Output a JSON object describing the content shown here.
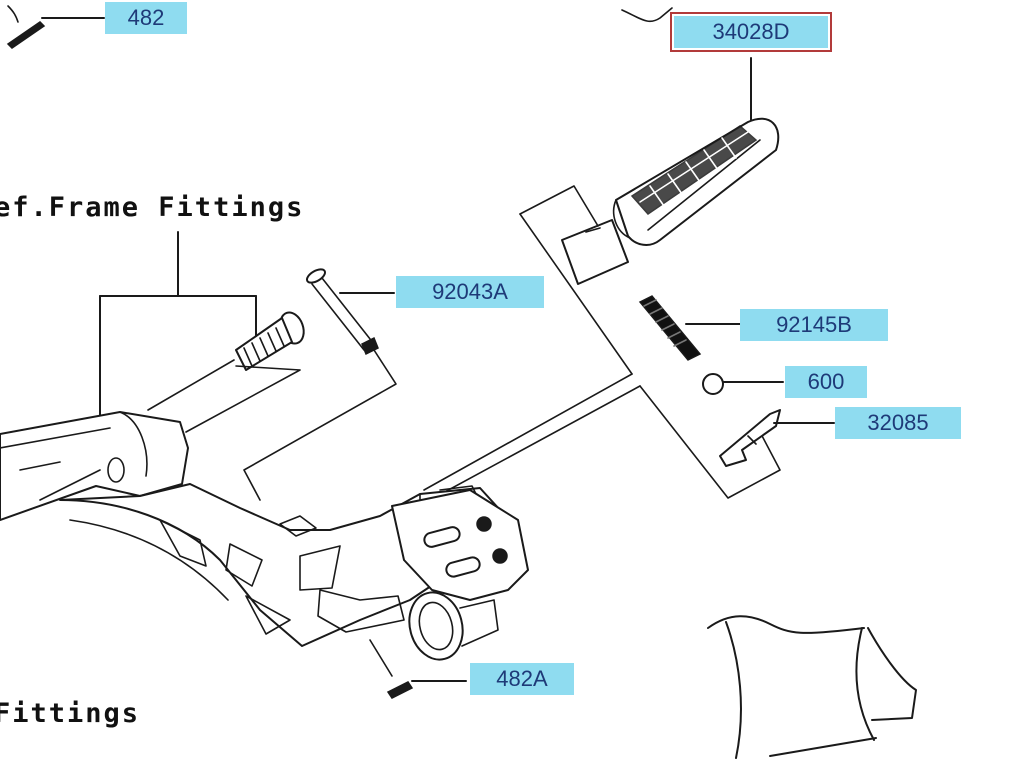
{
  "diagram": {
    "title": "Footrest parts diagram",
    "selected_part": "34028D",
    "colors": {
      "label_bg": "#8fdcf0",
      "label_text": "#1e3a78",
      "selected_border": "#b23a3a",
      "line": "#1a1a1a"
    },
    "reference_notes": [
      {
        "id": "ref-frame-fittings-top",
        "text": "ef.Frame Fittings"
      },
      {
        "id": "ref-frame-fittings-bottom",
        "text": "Fittings"
      }
    ],
    "part_labels": [
      {
        "id": "482",
        "text": "482",
        "part": "pin"
      },
      {
        "id": "34028D",
        "text": "34028D",
        "part": "footrest-peg",
        "selected": true
      },
      {
        "id": "92043A",
        "text": "92043A",
        "part": "pin"
      },
      {
        "id": "92145B",
        "text": "92145B",
        "part": "spring"
      },
      {
        "id": "600",
        "text": "600",
        "part": "ball"
      },
      {
        "id": "32085",
        "text": "32085",
        "part": "detent-plate"
      },
      {
        "id": "482A",
        "text": "482A",
        "part": "cotter-pin"
      }
    ]
  }
}
